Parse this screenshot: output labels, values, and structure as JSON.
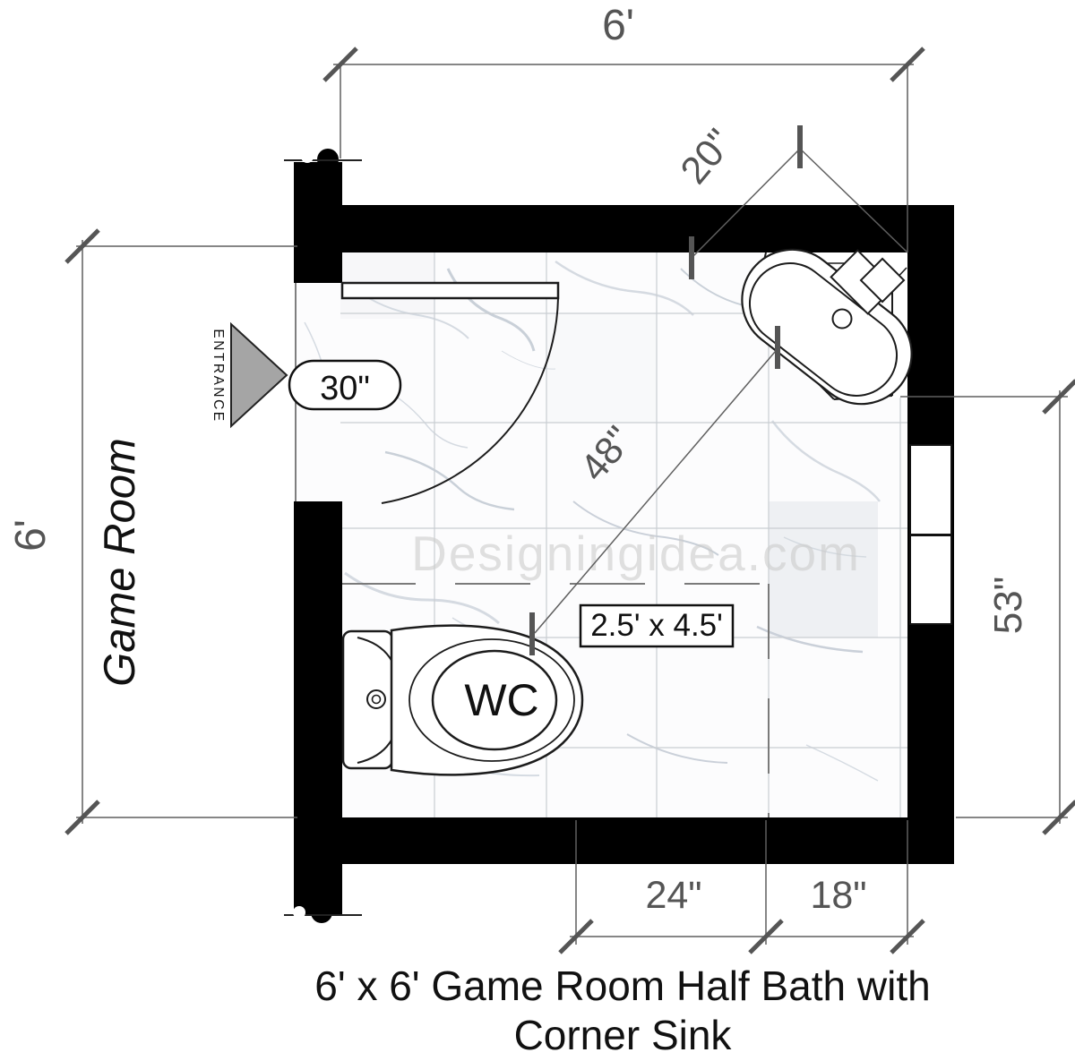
{
  "title": {
    "line1": "6' x 6' Game Room Half Bath with",
    "line2": "Corner Sink"
  },
  "labels": {
    "room": "Game Room",
    "entrance": "ENTRANCE",
    "toilet": "WC",
    "door_width": "30\"",
    "clearance": "2.5' x 4.5'",
    "watermark": "Designingidea.com"
  },
  "dimensions": {
    "top_width": "6'",
    "left_height": "6'",
    "sink_corner": "20\"",
    "toilet_to_sink": "48\"",
    "right_span": "53\"",
    "bottom_toilet": "24\"",
    "bottom_sink": "18\""
  },
  "colors": {
    "wall": "#000000",
    "dimension": "#5f5f5f",
    "dimension_text": "#555555",
    "entrance_arrow": "#a5a5a5",
    "fixture_line": "#1c1c1c",
    "tile_line": "#c9cdd2",
    "watermark": "#cccccc",
    "text": "#111111"
  }
}
